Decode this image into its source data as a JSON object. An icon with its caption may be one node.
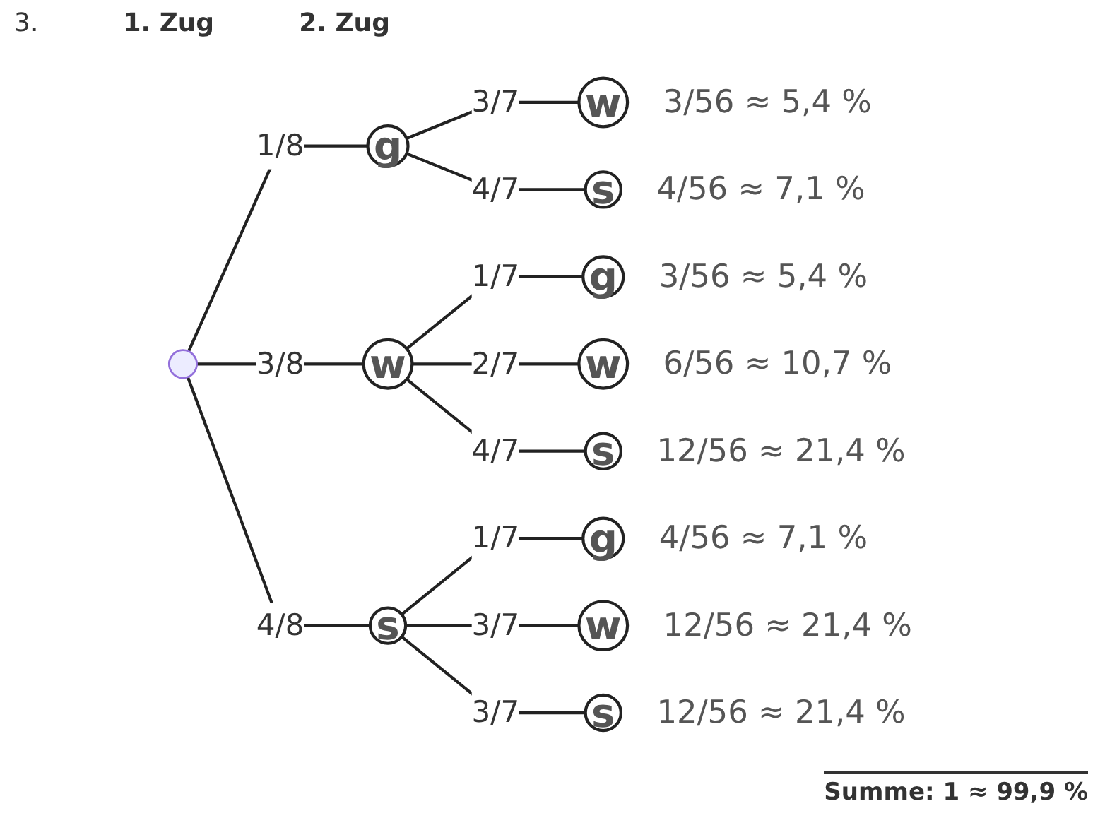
{
  "diagram": {
    "nodes": [
      {
        "text": [],
        "shape": "point"
      },
      {
        "text": [
          "g"
        ]
      },
      {
        "text": [
          "w"
        ]
      },
      {
        "text": [
          "s"
        ]
      },
      {
        "text": [
          "w"
        ],
        "beside": [
          "3/56 ≈ 5,4 %"
        ]
      },
      {
        "text": [
          "s"
        ],
        "beside": [
          "4/56 ≈ 7,1 %"
        ]
      },
      {
        "text": [
          "g"
        ],
        "beside": [
          "3/56 ≈ 5,4 %"
        ]
      },
      {
        "text": [
          "w"
        ],
        "beside": [
          "6/56 ≈ 10,7 %"
        ]
      },
      {
        "text": [
          "s"
        ],
        "beside": [
          "12/56 ≈ 21,4 %"
        ]
      },
      {
        "text": [
          "g"
        ],
        "beside": [
          "4/56 ≈ 7,1 %"
        ]
      },
      {
        "text": [
          "w"
        ],
        "beside": [
          "12/56 ≈ 21,4 %"
        ]
      },
      {
        "text": [
          "s"
        ],
        "beside": [
          "12/56 ≈ 21,4 %"
        ]
      }
    ],
    "edges": [
      {
        "from": 0,
        "to": 1,
        "arrow": "none",
        "label": "1/8"
      },
      {
        "from": 0,
        "to": 2,
        "arrow": "none",
        "label": "3/8"
      },
      {
        "from": 0,
        "to": 3,
        "arrow": "none",
        "label": "4/8"
      },
      {
        "from": 1,
        "to": 4,
        "arrow": "none",
        "label": "3/7"
      },
      {
        "from": 1,
        "to": 5,
        "arrow": "none",
        "label": "4/7"
      },
      {
        "from": 2,
        "to": 6,
        "arrow": "none",
        "label": "1/7"
      },
      {
        "from": 2,
        "to": 7,
        "arrow": "none",
        "label": "2/7"
      },
      {
        "from": 2,
        "to": 8,
        "arrow": "none",
        "label": "4/7"
      },
      {
        "from": 3,
        "to": 9,
        "arrow": "none",
        "label": "1/7"
      },
      {
        "from": 3,
        "to": 10,
        "arrow": "none",
        "label": "3/7"
      },
      {
        "from": 3,
        "to": 11,
        "arrow": "none",
        "label": "3/7"
      }
    ],
    "labels": [
      "3.",
      "1. Zug",
      "2. Zug",
      "Summe: 1 ≈ 99,9 %"
    ]
  }
}
